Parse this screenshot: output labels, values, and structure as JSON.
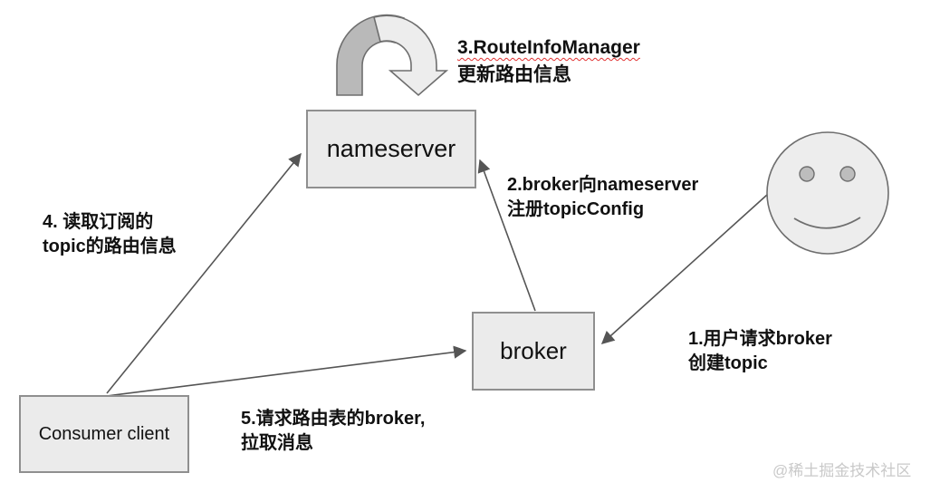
{
  "diagram": {
    "nodes": {
      "nameserver": "nameserver",
      "broker": "broker",
      "consumer": "Consumer client"
    },
    "annotations": {
      "step1": {
        "line1": "1.用户请求broker",
        "line2": "创建topic"
      },
      "step2": {
        "line1": "2.broker向nameserver",
        "line2": "注册topicConfig"
      },
      "step3": {
        "line1": "3.RouteInfoManager",
        "line2": "更新路由信息"
      },
      "step4": {
        "line1": "4. 读取订阅的",
        "line2": "topic的路由信息"
      },
      "step5": {
        "line1": "5.请求路由表的broker,",
        "line2": "拉取消息"
      }
    },
    "watermark": "@稀土掘金技术社区",
    "icons": {
      "curved_arrow": "curved-down-arrow",
      "user": "smiley-face"
    },
    "colors": {
      "box_fill": "#ebebeb",
      "box_border": "#8f8f8f",
      "arrow": "#555555",
      "text": "#111111",
      "spellcheck_underline": "#e03131",
      "watermark": "#c9c9c9",
      "curved_arrow_dark": "#b9b9b9",
      "curved_arrow_light": "#ededed"
    }
  }
}
